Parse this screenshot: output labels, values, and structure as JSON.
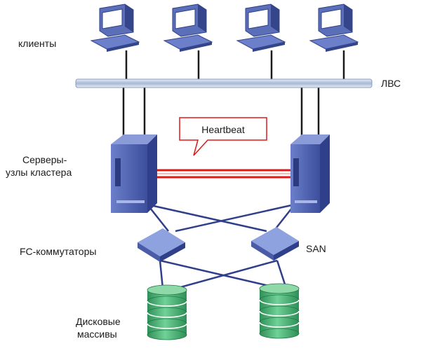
{
  "labels": {
    "clients": "клиенты",
    "lan": "ЛВС",
    "servers_line1": "Серверы-",
    "servers_line2": "узлы кластера",
    "heartbeat": "Heartbeat",
    "fc_switches": "FC-коммутаторы",
    "san": "SAN",
    "disks_line1": "Дисковые",
    "disks_line2": "массивы"
  },
  "colors": {
    "device_fill": "#5a6fb8",
    "device_dark": "#34458a",
    "device_light": "#a9b7e6",
    "screen": "#ffffff",
    "lan_bar": "#b8c8e0",
    "link": "#2f3f8a",
    "heartbeat": "#e01818",
    "disk": "#3aa86a",
    "disk_light": "#8fd8a8",
    "text": "#1a1a1a"
  },
  "icons": {
    "client": "desktop-computer-icon",
    "server": "tower-server-icon",
    "switch": "fc-switch-icon",
    "disk": "disk-array-icon"
  }
}
